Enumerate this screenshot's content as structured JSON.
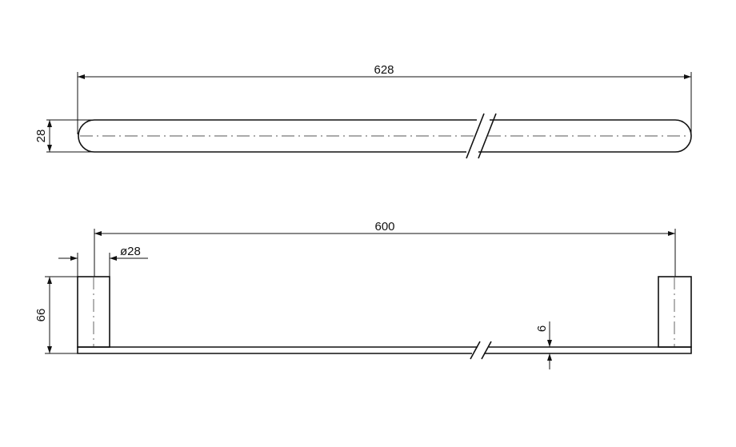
{
  "top_view": {
    "length_label": "628",
    "height_label": "28"
  },
  "front_view": {
    "span_label": "600",
    "diameter_label": "ø28",
    "post_height_label": "66",
    "bar_thickness_label": "6"
  }
}
